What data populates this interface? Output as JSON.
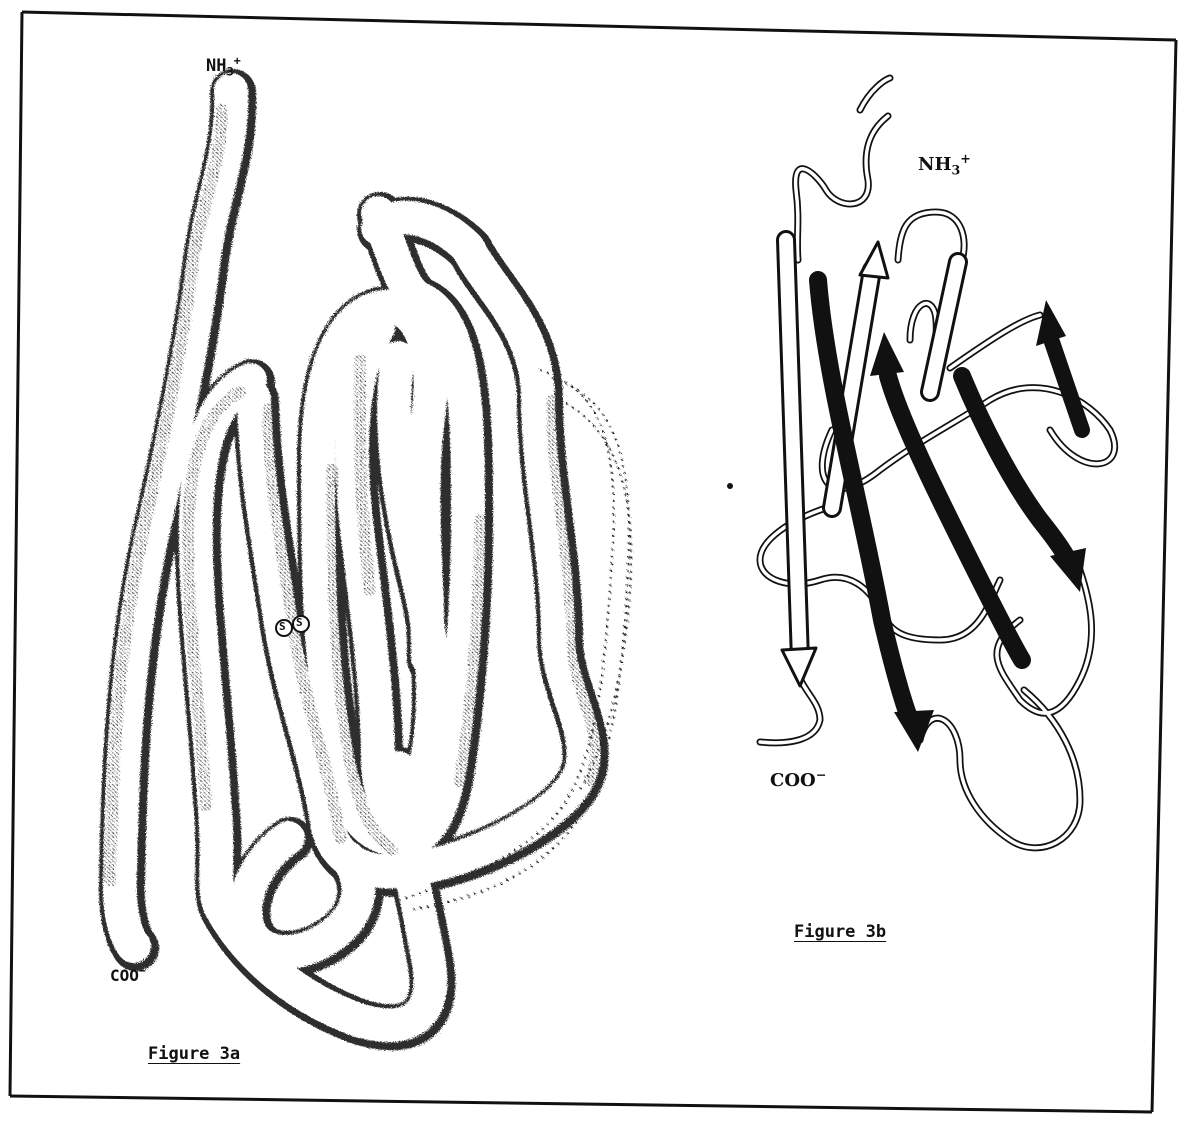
{
  "figure_a": {
    "n_terminus": {
      "base": "NH",
      "sub": "3",
      "sup": "+"
    },
    "c_terminus": "COO",
    "c_terminus_sup": "−",
    "disulfide_left": "S",
    "disulfide_right": "S",
    "caption": "Figure 3a"
  },
  "figure_b": {
    "n_terminus": {
      "base": "NH",
      "sub": "3",
      "sup": "+"
    },
    "c_terminus": "COO",
    "c_terminus_sup": "−",
    "caption": "Figure 3b"
  },
  "colors": {
    "ink": "#111111",
    "paper": "#ffffff",
    "stipple": "#555555"
  }
}
